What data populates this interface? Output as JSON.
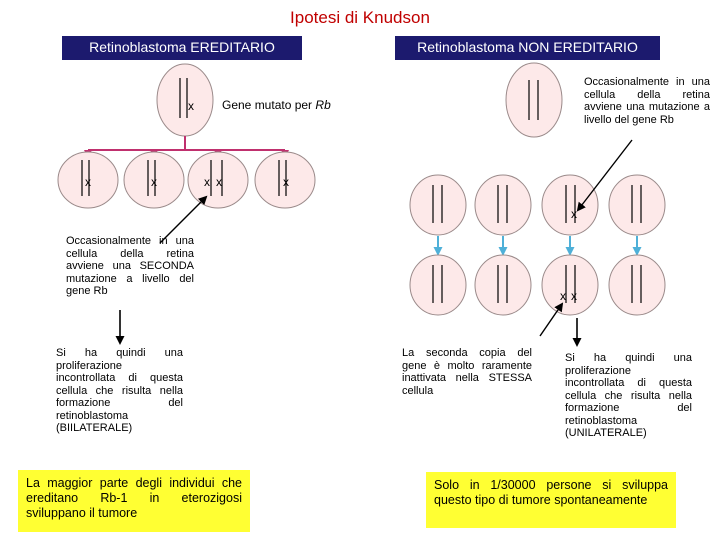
{
  "title": "Ipotesi di Knudson",
  "headers": {
    "left": "Retinoblastoma EREDITARIO",
    "right": "Retinoblastoma NON EREDITARIO"
  },
  "labels": {
    "gene": "Gene mutato per",
    "gene_italic": "Rb",
    "mutation_mark": "x"
  },
  "left_side": {
    "second_mutation": "Occasionalmente in una cellula della retina avviene una SECONDA mutazione a livello del gene Rb",
    "proliferation": "Si ha quindi una proliferazione incontrollata di questa cellula che risulta nella formazione del retinoblastoma (BIILATERALE)",
    "summary_box": "La maggior parte degli individui che ereditano Rb-1 in eterozigosi sviluppano il tumore"
  },
  "right_side": {
    "first_mutation": "Occasionalmente in una cellula della retina avviene una mutazione a livello del gene Rb",
    "second_copy": "La seconda copia del gene è molto raramente inattivata nella STESSA cellula",
    "proliferation": "Si ha quindi una proliferazione incontrollata di questa cellula che risulta nella formazione del retinoblastoma (UNILATERALE)",
    "summary_box": "Solo in 1/30000 persone si sviluppa questo tipo di tumore spontaneamente"
  },
  "colors": {
    "title": "#c00000",
    "header_bg": "#1c1a6e",
    "cell_fill": "#fde9e9",
    "cell_stroke": "#9a8a8a",
    "arrow_pink": "#c0306e",
    "arrow_blue": "#4fb0d8",
    "box_bg": "#ffff33"
  }
}
